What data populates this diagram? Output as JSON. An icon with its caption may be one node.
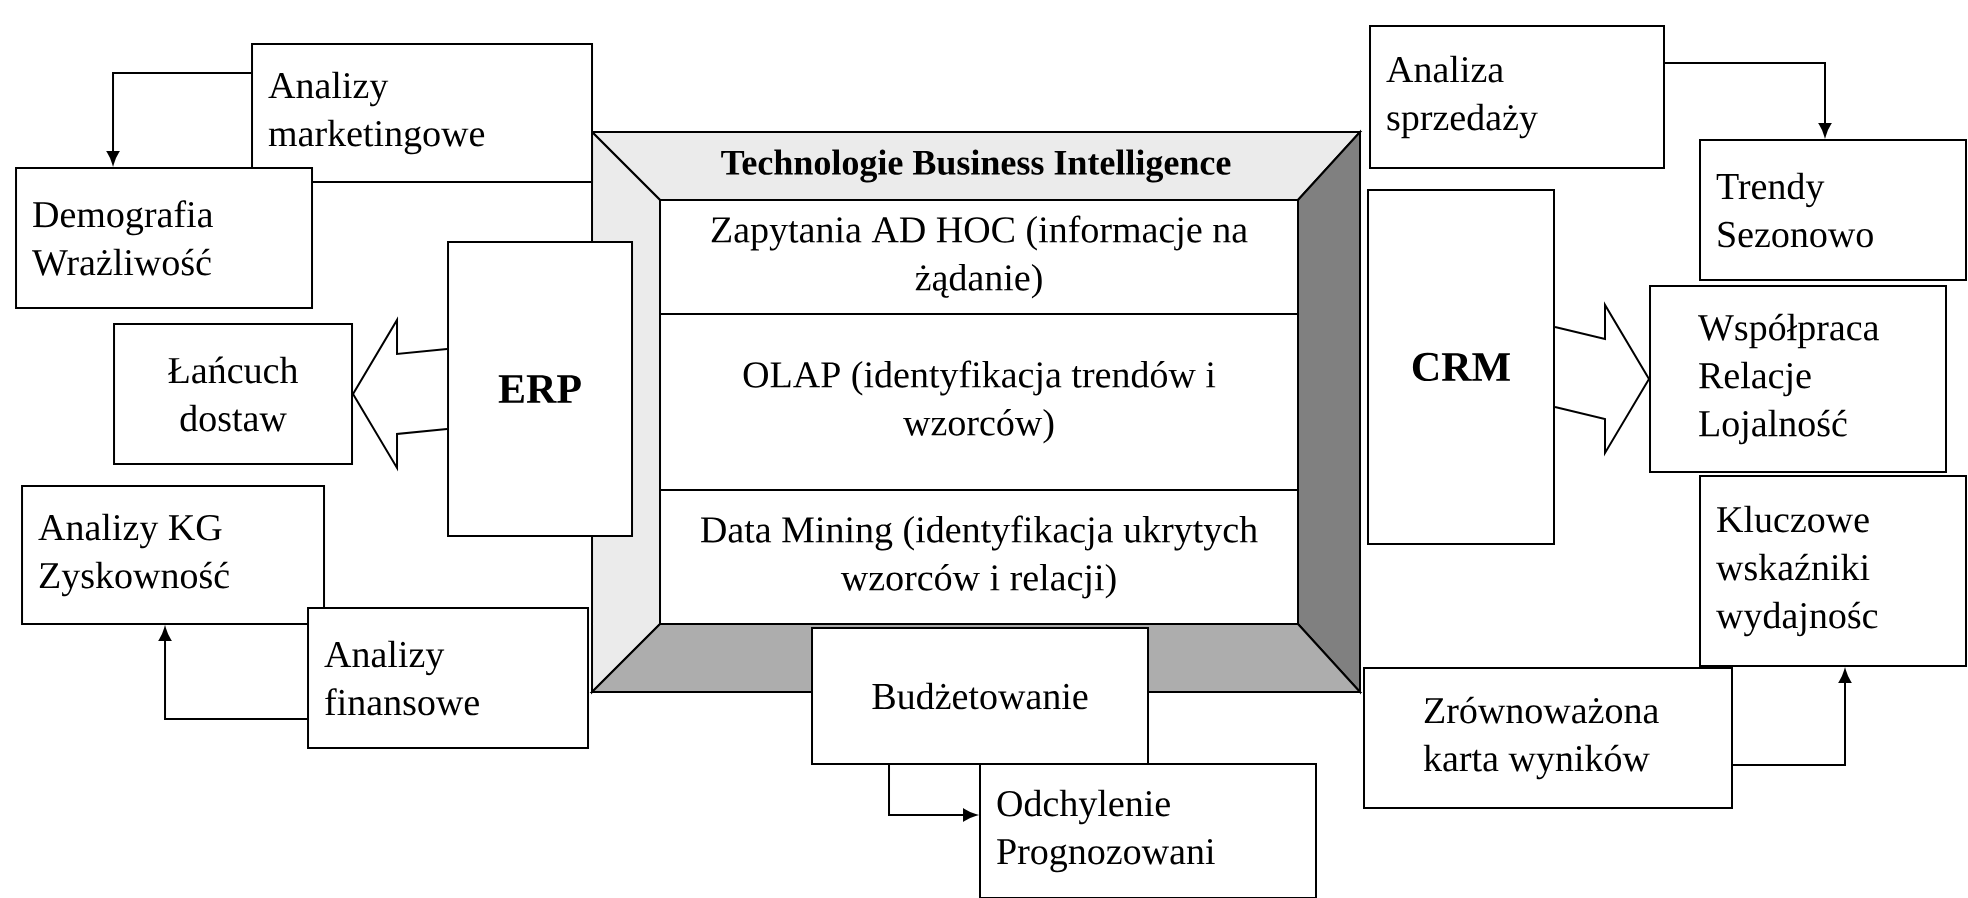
{
  "diagram": {
    "nodes": [
      {
        "text": [
          "Analizy marketingowe"
        ]
      },
      {
        "text": [
          "Demografia Wrażliwość"
        ]
      },
      {
        "text": [
          "ERP"
        ]
      },
      {
        "text": [
          "Łańcuch dostaw"
        ]
      },
      {
        "text": [
          "Analizy KG Zyskowność"
        ]
      },
      {
        "text": [
          "Analizy finansowe"
        ]
      },
      {
        "text": [
          "Technologie Business Intelligence"
        ]
      },
      {
        "text": [
          "Zapytania AD HOC (informacje na żądanie)"
        ],
        "in": 6
      },
      {
        "text": [
          "OLAP (identyfikacja trendów i wzorców)"
        ],
        "in": 6
      },
      {
        "text": [
          "Data Mining (identyfikacja ukrytych wzorców i relacji)"
        ],
        "in": 6
      },
      {
        "text": [
          "Budżetowanie"
        ]
      },
      {
        "text": [
          "Odchylenie Prognozowani"
        ]
      },
      {
        "text": [
          "Analiza sprzedaży"
        ]
      },
      {
        "text": [
          "CRM"
        ]
      },
      {
        "text": [
          "Trendy Sezonowo"
        ]
      },
      {
        "text": [
          "Współpraca Relacje Lojalność"
        ]
      },
      {
        "text": [
          "Kluczowe wskaźniki wydajnośc"
        ]
      },
      {
        "text": [
          "Zrównoważona karta wyników"
        ]
      }
    ],
    "edges": [
      {
        "from": 0,
        "to": 1,
        "arrow": "to"
      },
      {
        "from": 2,
        "to": 3,
        "arrow": "to",
        "style": "thick"
      },
      {
        "from": 5,
        "to": 4,
        "arrow": "to"
      },
      {
        "from": 10,
        "to": 11,
        "arrow": "to"
      },
      {
        "from": 12,
        "to": 14,
        "arrow": "to"
      },
      {
        "from": 13,
        "to": 15,
        "arrow": "to",
        "style": "thick"
      },
      {
        "from": 17,
        "to": 16,
        "arrow": "to"
      }
    ]
  }
}
